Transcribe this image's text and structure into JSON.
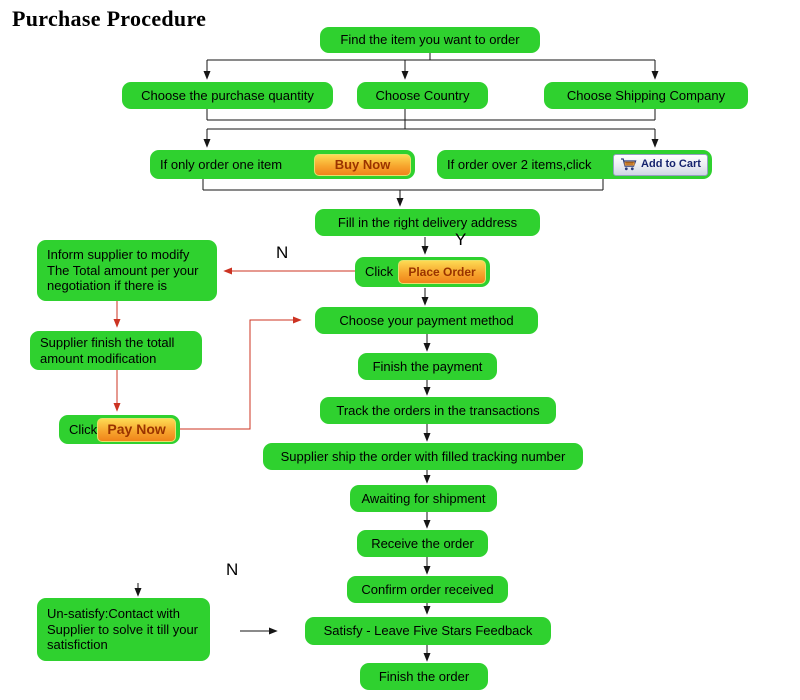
{
  "title": "Purchase Procedure",
  "labels": {
    "yes": "Y",
    "no_modify": "N",
    "no_satisfy": "N"
  },
  "boxes": {
    "find_item": "Find the item you want to order",
    "choose_quantity": "Choose the purchase quantity",
    "choose_country": "Choose Country",
    "choose_shipping": "Choose Shipping Company",
    "if_one_item": "If only order one item",
    "buy_now": "Buy Now",
    "if_over_two": "If order over 2 items,click",
    "add_to_cart": "Add to Cart",
    "fill_address": "Fill in the right delivery address",
    "click": "Click",
    "place_order": "Place Order",
    "inform_supplier": "Inform supplier to modify The Total amount per your negotiation if there is",
    "supplier_finish": "Supplier finish the totall amount modification",
    "pay_now": "Pay Now",
    "choose_payment": "Choose your payment method",
    "finish_payment": "Finish the payment",
    "track_orders": "Track the orders in the transactions",
    "supplier_ship": "Supplier ship the order with filled tracking number",
    "awaiting_shipment": "Awaiting for shipment",
    "receive_order": "Receive the order",
    "confirm_received": "Confirm order received",
    "satisfy_feedback": "Satisfy - Leave Five Stars Feedback",
    "finish_order": "Finish the order",
    "unsatisfy": "Un-satisfy:Contact with Supplier to solve it till your satisfiction"
  },
  "colors": {
    "node_green": "#2fd12f",
    "button_orange_top": "#fdda52",
    "button_orange_bottom": "#f0831a",
    "button_text": "#9a3300",
    "cart_button_text": "#16246e",
    "red_arrow": "#cc3322"
  }
}
